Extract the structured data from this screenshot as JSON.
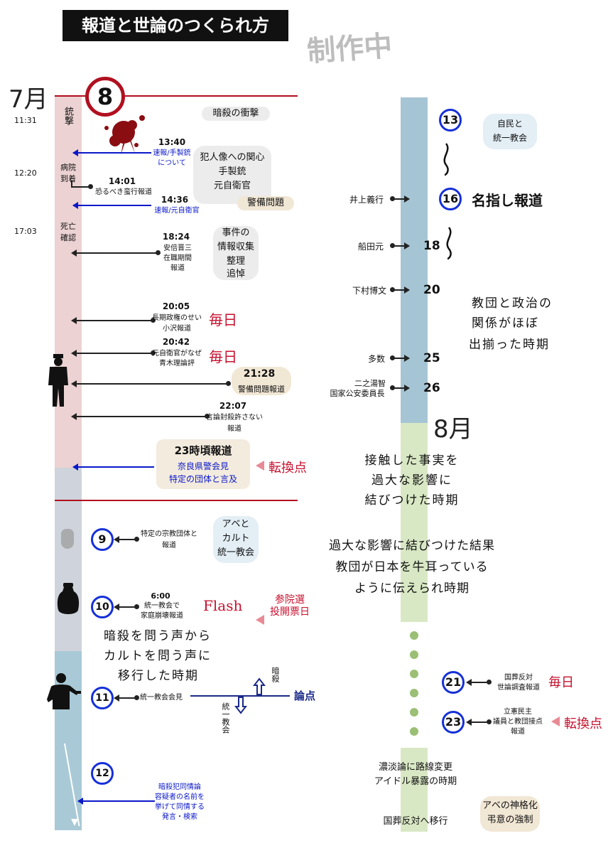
{
  "header": {
    "title": "報道と世論のつくられ方",
    "watermark": "制作中"
  },
  "months": {
    "july": "7月",
    "august": "8月"
  },
  "day8": {
    "number": "8",
    "left_times": [
      "11:31",
      "12:20",
      "17:03"
    ],
    "left_events": [
      "銃撃",
      "病院到着",
      "死亡確認"
    ],
    "bands": [
      "暗殺の衝撃",
      "犯人像への関心",
      "手製銃",
      "元自衛官",
      "警備問題",
      "事件の",
      "情報収集",
      "整理",
      "追悼"
    ],
    "reports": [
      {
        "time": "13:40",
        "text1": "速報/手製銃",
        "text2": "について"
      },
      {
        "time": "14:01",
        "text1": "恐るべき蛮行報道",
        "text2": ""
      },
      {
        "time": "14:36",
        "text1": "速報/元自衛官",
        "text2": ""
      },
      {
        "time": "18:24",
        "text1": "安倍晋三",
        "text2": "在職期間",
        "text3": "報道"
      },
      {
        "time": "20:05",
        "text1": "長期政権のせい",
        "text2": "小沢報道",
        "paper": "毎日"
      },
      {
        "time": "20:42",
        "text1": "元自衛官がなぜ",
        "text2": "青木理論評",
        "paper": "毎日"
      },
      {
        "time": "21:28",
        "text1": "警備問題報道",
        "text2": ""
      },
      {
        "time": "22:07",
        "text1": "言論封殺許さない",
        "text2": "報道"
      }
    ],
    "turning": {
      "title": "23時頃報道",
      "line1": "奈良県警会見",
      "line2": "特定の団体と言及",
      "label": "転換点"
    }
  },
  "day9": {
    "number": "9",
    "text1": "特定の宗教団体と",
    "text2": "報道",
    "cloud": [
      "アベと",
      "カルト",
      "統一教会"
    ]
  },
  "day10": {
    "number": "10",
    "time": "6:00",
    "text1": "統一教会で",
    "text2": "家庭崩壊報道",
    "flash": "Flash",
    "election1": "参院選",
    "election2": "投開票日",
    "phase": [
      "暗殺を問う声から",
      "カルトを問う声に",
      "移行した時期"
    ]
  },
  "day11": {
    "number": "11",
    "text": "統一教会会見",
    "up_label": "暗殺",
    "down_label": "統一教会",
    "issue": "論点"
  },
  "day12": {
    "number": "12",
    "text": [
      "暗殺犯同情論",
      "容疑者の名前を",
      "挙げて同情する",
      "発言・検索"
    ]
  },
  "right_col": {
    "d13": "13",
    "cloud13": [
      "自民と",
      "統一教会"
    ],
    "d16": "16",
    "named": "名指し報道",
    "people": [
      {
        "name": "井上義行",
        "day": ""
      },
      {
        "name": "船田元",
        "day": "18"
      },
      {
        "name": "下村博文",
        "day": "20"
      },
      {
        "name": "多数",
        "day": "25"
      },
      {
        "name": "二之湯智",
        "name2": "国家公安委員長",
        "day": "26"
      }
    ],
    "period1": [
      "教団と政治の",
      "関係がほぼ",
      "出揃った時期"
    ],
    "aug_text1": [
      "接触した事実を",
      "過大な影響に",
      "結びつけた時期"
    ],
    "aug_text2": [
      "過大な影響に結びつけた結果",
      "教団が日本を牛耳っている",
      "ように伝えられ時期"
    ],
    "d21": "21",
    "d21_text": [
      "国葬反対",
      "世論調査報道"
    ],
    "d21_paper": "毎日",
    "d23": "23",
    "d23_text": [
      "立憲民主",
      "議員と教団接点",
      "報道"
    ],
    "d23_label": "転換点",
    "bottom1": [
      "濃淡論に路線変更",
      "アイドル暴露の時期"
    ],
    "bottom2": "国葬反対へ移行",
    "bottom3": [
      "アベの神格化",
      "弔意の強制"
    ]
  },
  "colors": {
    "july_bar": "#ecd2d2",
    "gray_bar": "#cfd3db",
    "blue_bar": "#a9c9d6",
    "green_bar": "#d9e8c4",
    "accent_red": "#c8102e",
    "accent_blue": "#1530d8"
  }
}
